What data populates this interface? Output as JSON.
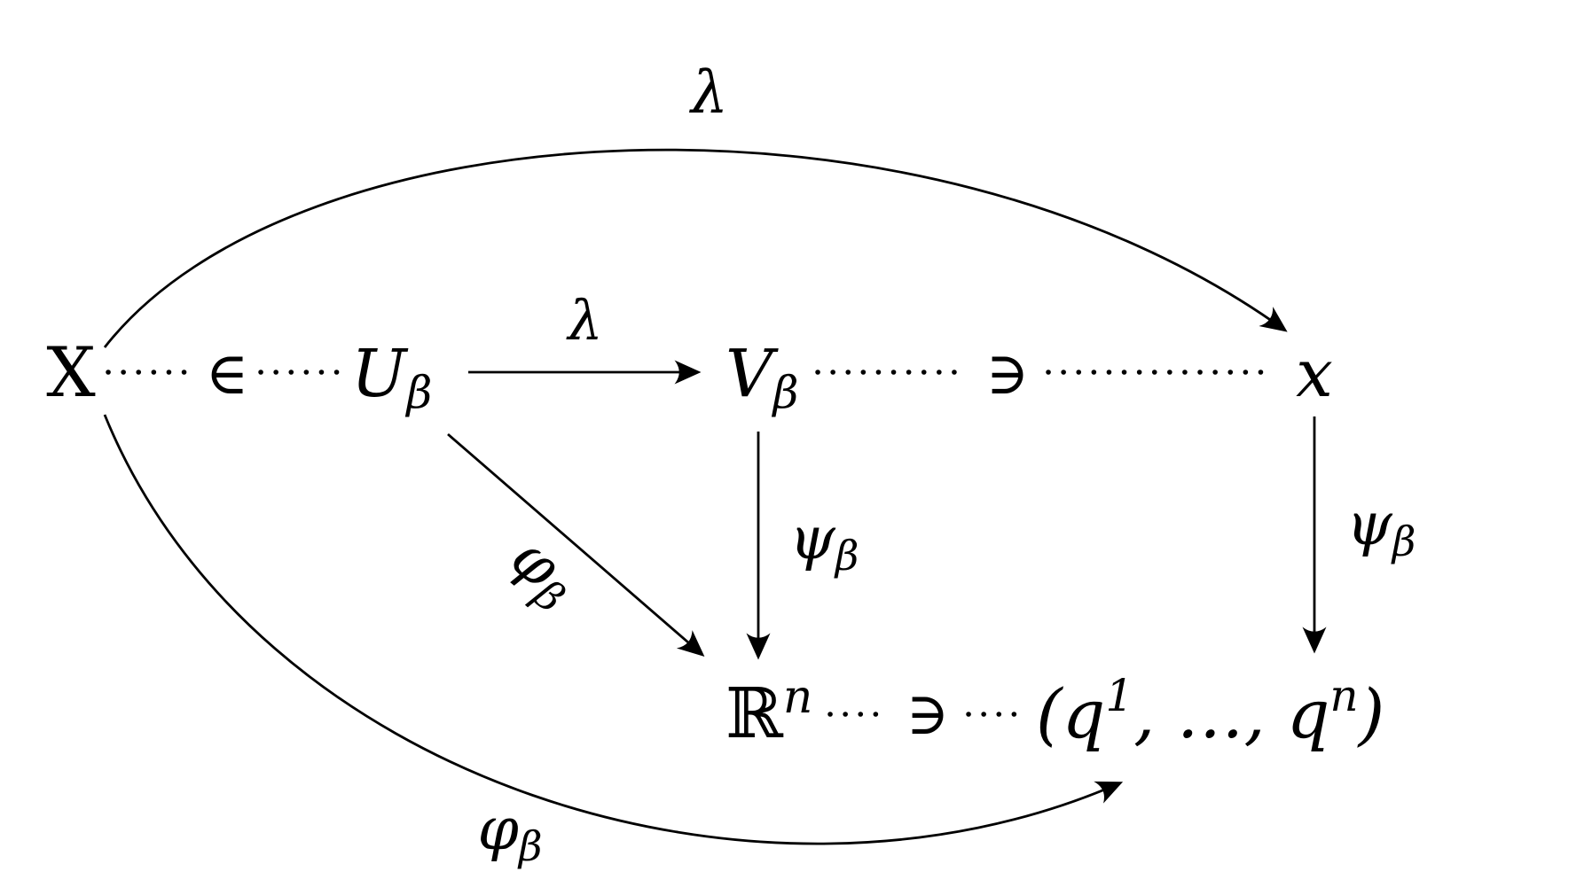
{
  "diagram": {
    "colors": {
      "ink": "#000000",
      "background": "#ffffff"
    },
    "nodes": {
      "space": "X",
      "element_of": "∈",
      "U": {
        "base": "U",
        "sub": "β"
      },
      "V": {
        "base": "V",
        "sub": "β"
      },
      "contains_top": "∋",
      "point": "x",
      "R": {
        "base": "ℝ",
        "sup": "n"
      },
      "contains_bottom": "∋",
      "tuple": {
        "p1": "(q",
        "sup1": "1",
        "p2": ", …, q",
        "supn": "n",
        "p3": ")"
      }
    },
    "arrows": {
      "lambda_top": "λ",
      "lambda_mid": "λ",
      "psi_left": {
        "base": "ψ",
        "sub": "β"
      },
      "psi_right": {
        "base": "ψ",
        "sub": "β"
      },
      "phi_diagonal": {
        "base": "φ",
        "sub": "β"
      },
      "phi_bottom": {
        "base": "φ",
        "sub": "β"
      }
    }
  }
}
